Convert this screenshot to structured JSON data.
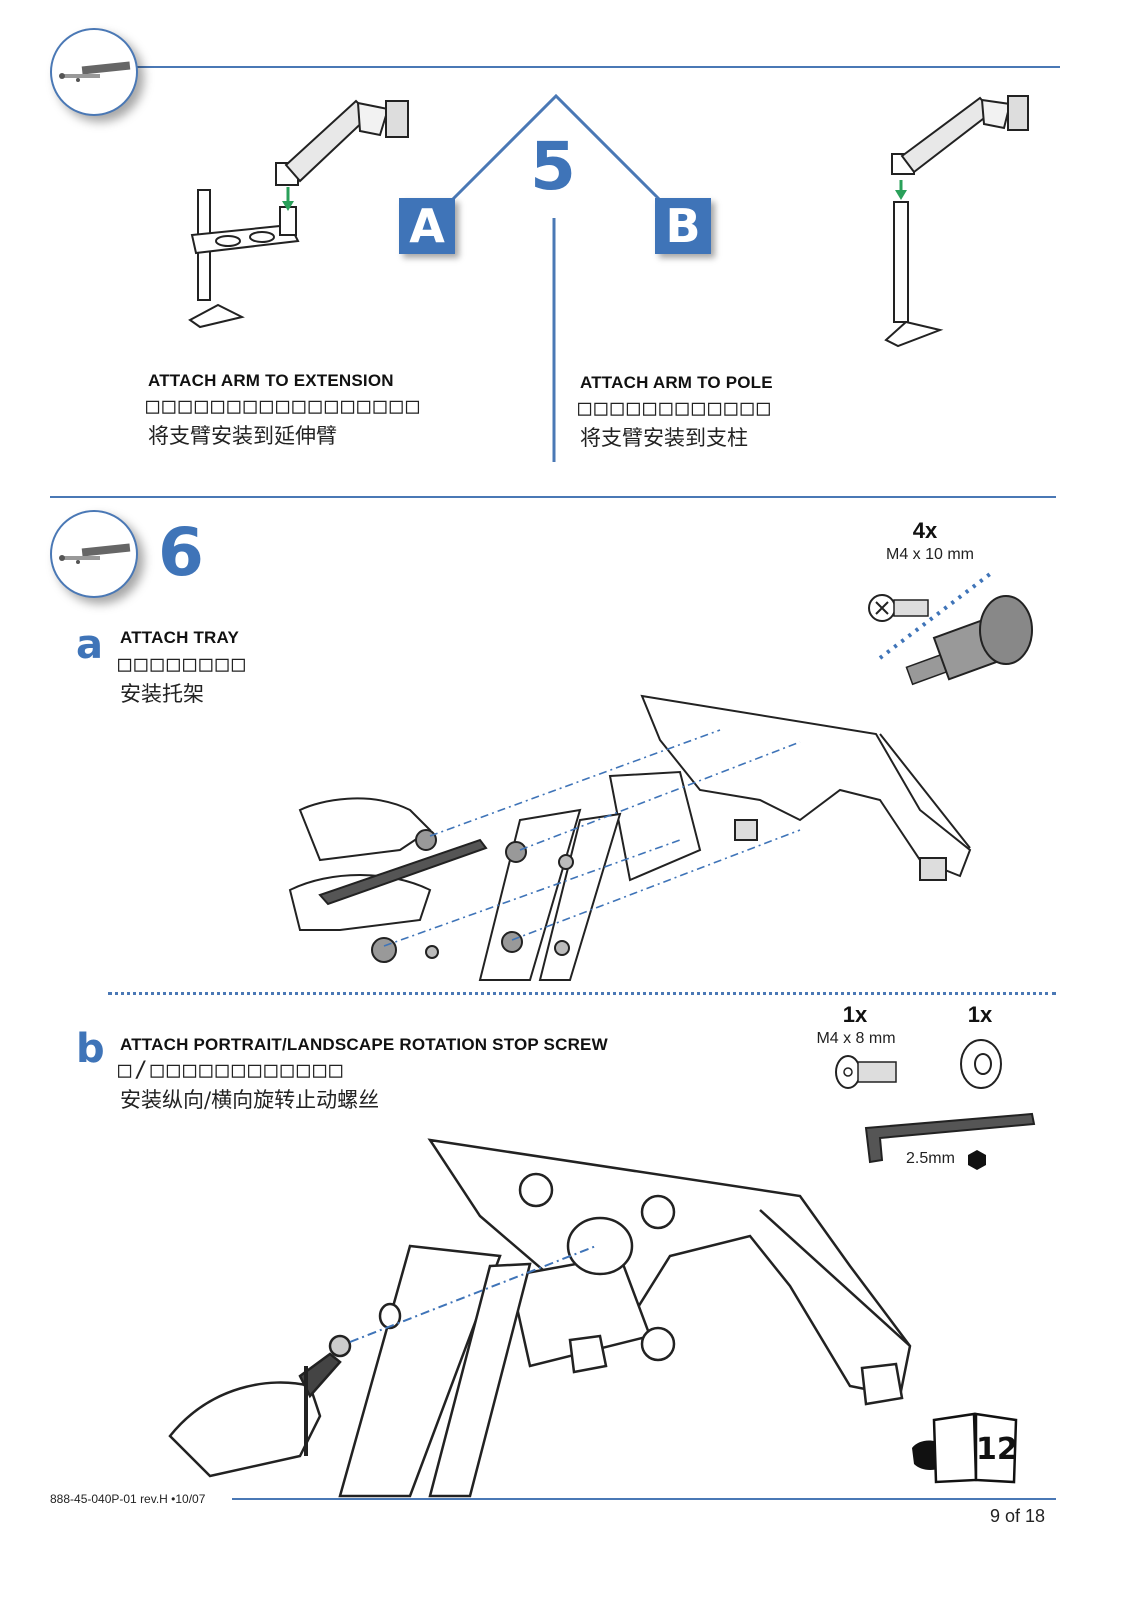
{
  "step5": {
    "number": "5",
    "option_a": {
      "letter": "A",
      "title": "ATTACH ARM TO EXTENSION",
      "translation_placeholder": "□□□□□□□□□□□□□□□□□",
      "chinese": "将支臂安装到延伸臂"
    },
    "option_b": {
      "letter": "B",
      "title": "ATTACH ARM TO POLE",
      "translation_placeholder": "□□□□□□□□□□□□",
      "chinese": "将支臂安装到支柱"
    }
  },
  "step6": {
    "number": "6",
    "part_a": {
      "letter": "a",
      "title": "ATTACH TRAY",
      "translation_placeholder": "□□□□□□□□",
      "chinese": "安装托架",
      "hardware": {
        "qty": "4x",
        "spec": "M4 x 10 mm"
      }
    },
    "part_b": {
      "letter": "b",
      "title": "ATTACH PORTRAIT/LANDSCAPE ROTATION STOP SCREW",
      "translation_placeholder": "□/□□□□□□□□□□□□",
      "chinese": "安装纵向/横向旋转止动螺丝",
      "hardware": [
        {
          "qty": "1x",
          "spec": "M4 x 8 mm"
        },
        {
          "qty": "1x",
          "spec": ""
        }
      ],
      "tool_spec": "2.5mm",
      "page_reference": "12"
    }
  },
  "footer": {
    "doc_code": "888-45-040P-01 rev.H •10/07",
    "page_number": "9 of 18"
  },
  "colors": {
    "accent": "#3f74b8",
    "arrow_green": "#2aa05a"
  }
}
